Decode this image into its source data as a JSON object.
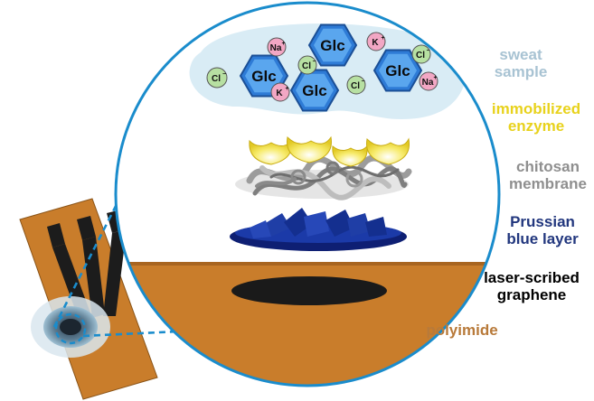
{
  "labels": {
    "sweat": [
      "sweat",
      "sample"
    ],
    "enzyme": [
      "immobilized",
      "enzyme"
    ],
    "chitosan": [
      "chitosan",
      "membrane"
    ],
    "prussian": [
      "Prussian",
      "blue layer"
    ],
    "graphene": [
      "laser-scribed",
      "graphene"
    ],
    "polyimide": [
      "polyimide"
    ]
  },
  "molecules": {
    "glucose": "Glc",
    "chloride": "Cl",
    "sodium": "Na",
    "potassium": "K",
    "charge_neg": "−",
    "charge_pos": "+"
  },
  "colors": {
    "circle_outline": "#1a8ccc",
    "sweat_blob": "#d9ecf5",
    "glucose_hex": "#2e7bd6",
    "chloride": "#b7e0a2",
    "sodium": "#f2a7c4",
    "potassium": "#f2a7c4",
    "enzyme": "#f3e14a",
    "chitosan": "#a8a8a8",
    "prussian_blue": "#14288c",
    "polyimide": "#c97d2b",
    "graphene": "#1a1a1a",
    "label_sweat": "#a8c3d3",
    "label_enzyme": "#e8d21c",
    "label_chitosan": "#8f8f8f",
    "label_prussian": "#22377e",
    "label_graphene": "#000000",
    "label_polyimide": "#b87a3a"
  }
}
